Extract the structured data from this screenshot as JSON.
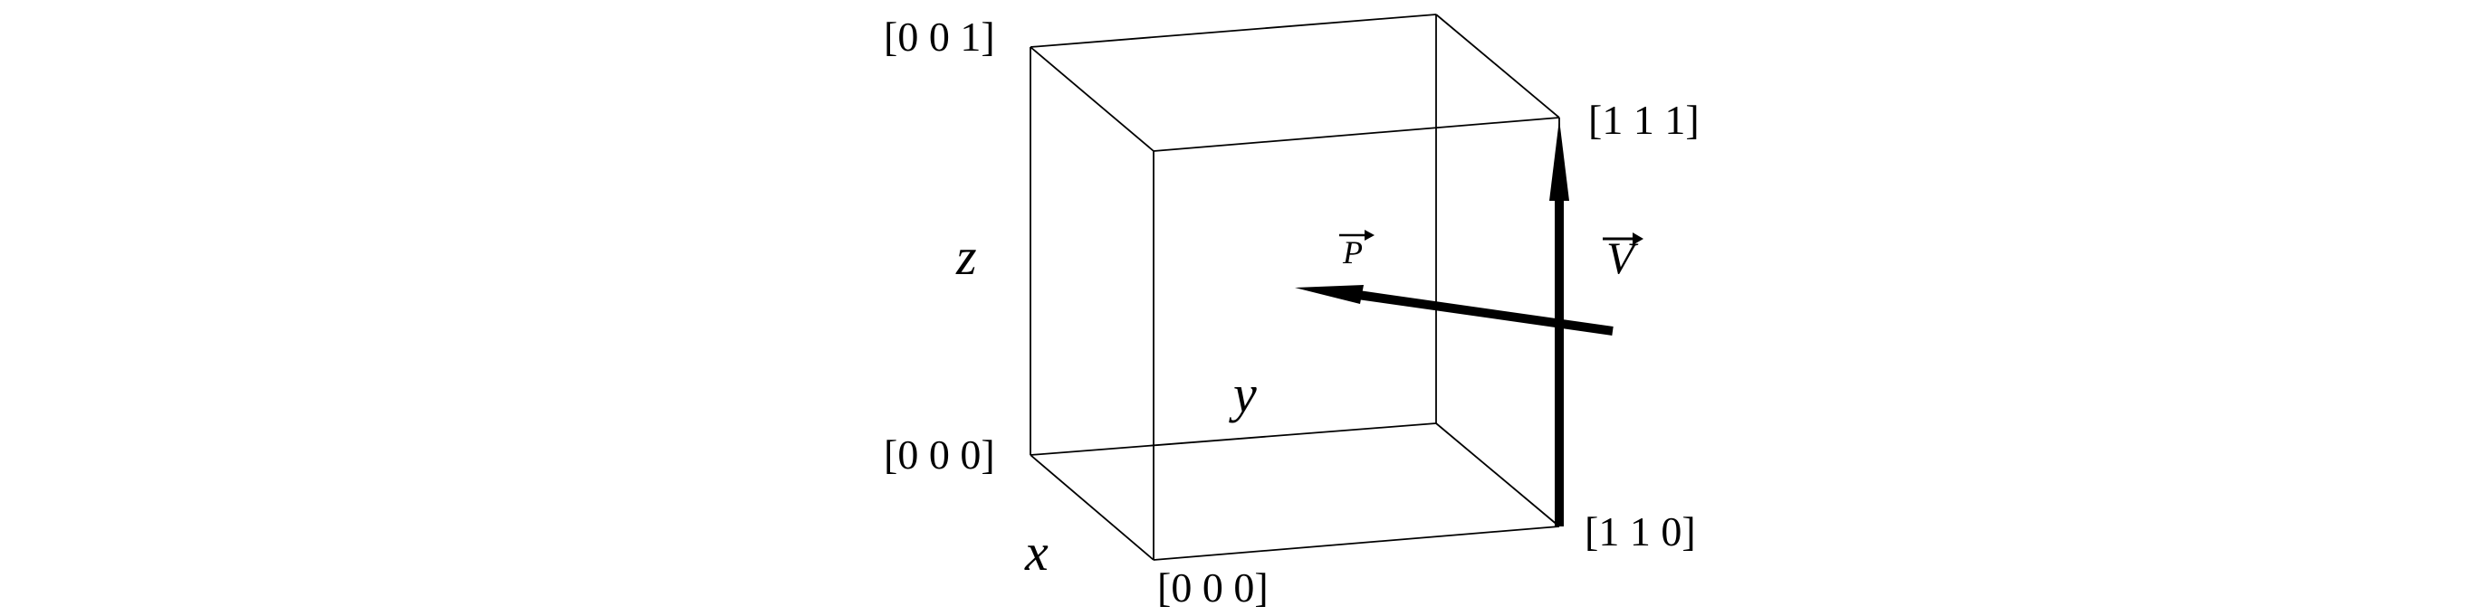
{
  "corners": {
    "back_bottom_left": "[0 0 0]",
    "front_bottom_left": "[0 0 0]",
    "back_top_left": "[0 0 1]",
    "front_top_right": "[1 1 1]",
    "front_bottom_right": "[1 1 0]"
  },
  "axes": {
    "x": "x",
    "y": "y",
    "z": "z"
  },
  "vectors": {
    "P": "P",
    "V": "V"
  },
  "colors": {
    "lines": "#000000",
    "background": "#ffffff"
  }
}
